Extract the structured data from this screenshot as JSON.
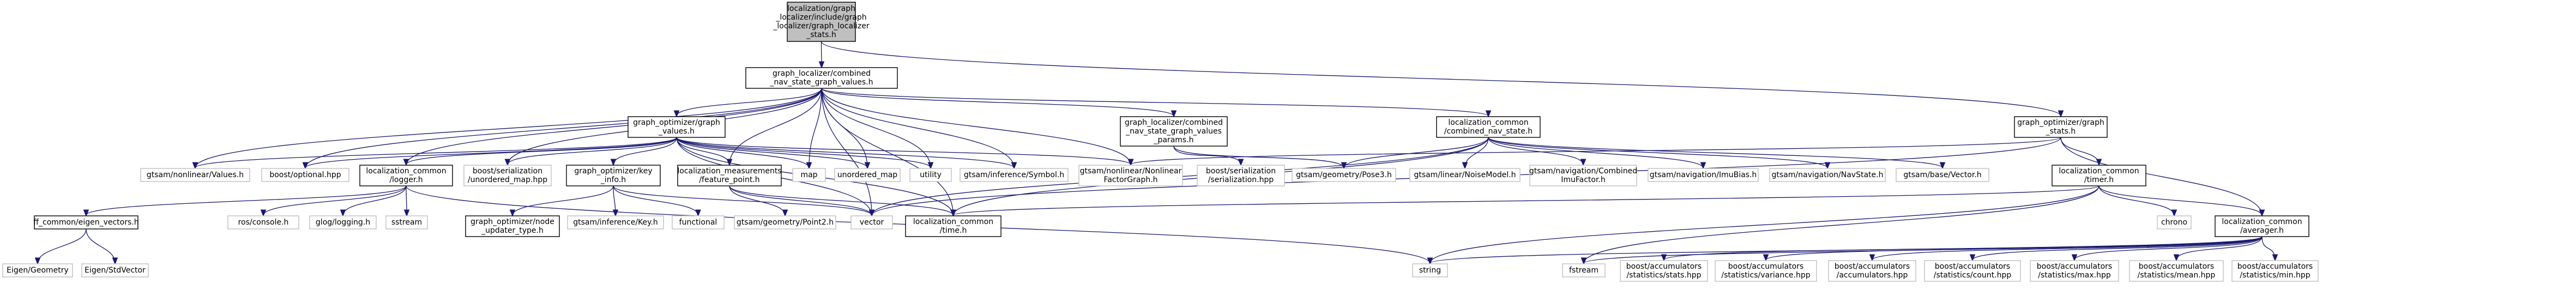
{
  "graph": {
    "nodes": [
      {
        "id": "root",
        "lines": [
          "localization/graph",
          "_localizer/include/graph",
          "_localizer/graph_localizer",
          "_stats.h"
        ],
        "kind": "root"
      },
      {
        "id": "cnv_values",
        "lines": [
          "graph_localizer/combined",
          "_nav_state_graph_values.h"
        ],
        "kind": "plain"
      },
      {
        "id": "go_stats",
        "lines": [
          "graph_optimizer/graph",
          "_stats.h"
        ],
        "kind": "plain"
      },
      {
        "id": "go_values",
        "lines": [
          "graph_optimizer/graph",
          "_values.h"
        ],
        "kind": "plain"
      },
      {
        "id": "cnv_params",
        "lines": [
          "graph_localizer/combined",
          "_nav_state_graph_values",
          "_params.h"
        ],
        "kind": "plain"
      },
      {
        "id": "lc_cnv_state",
        "lines": [
          "localization_common",
          "/combined_nav_state.h"
        ],
        "kind": "plain"
      },
      {
        "id": "values_h",
        "lines": [
          "gtsam/nonlinear/Values.h"
        ],
        "kind": "ghost"
      },
      {
        "id": "optional",
        "lines": [
          "boost/optional.hpp"
        ],
        "kind": "ghost"
      },
      {
        "id": "logger",
        "lines": [
          "localization_common",
          "/logger.h"
        ],
        "kind": "plain"
      },
      {
        "id": "unordered_map_hpp",
        "lines": [
          "boost/serialization",
          "/unordered_map.hpp"
        ],
        "kind": "ghost"
      },
      {
        "id": "key_info",
        "lines": [
          "graph_optimizer/key",
          "_info.h"
        ],
        "kind": "plain"
      },
      {
        "id": "feature_point",
        "lines": [
          "localization_measurements",
          "/feature_point.h"
        ],
        "kind": "plain"
      },
      {
        "id": "map",
        "lines": [
          "map"
        ],
        "kind": "ghost"
      },
      {
        "id": "unordered_map",
        "lines": [
          "unordered_map"
        ],
        "kind": "ghost"
      },
      {
        "id": "utility",
        "lines": [
          "utility"
        ],
        "kind": "ghost"
      },
      {
        "id": "symbol",
        "lines": [
          "gtsam/inference/Symbol.h"
        ],
        "kind": "ghost"
      },
      {
        "id": "nlfg",
        "lines": [
          "gtsam/nonlinear/Nonlinear",
          "FactorGraph.h"
        ],
        "kind": "ghost"
      },
      {
        "id": "serialization",
        "lines": [
          "boost/serialization",
          "/serialization.hpp"
        ],
        "kind": "ghost"
      },
      {
        "id": "pose3",
        "lines": [
          "gtsam/geometry/Pose3.h"
        ],
        "kind": "ghost"
      },
      {
        "id": "noisemodel",
        "lines": [
          "gtsam/linear/NoiseModel.h"
        ],
        "kind": "ghost"
      },
      {
        "id": "combined_imu",
        "lines": [
          "gtsam/navigation/Combined",
          "ImuFactor.h"
        ],
        "kind": "ghost"
      },
      {
        "id": "imubias",
        "lines": [
          "gtsam/navigation/ImuBias.h"
        ],
        "kind": "ghost"
      },
      {
        "id": "navstate",
        "lines": [
          "gtsam/navigation/NavState.h"
        ],
        "kind": "ghost"
      },
      {
        "id": "vector_h",
        "lines": [
          "gtsam/base/Vector.h"
        ],
        "kind": "ghost"
      },
      {
        "id": "timer",
        "lines": [
          "localization_common",
          "/timer.h"
        ],
        "kind": "plain"
      },
      {
        "id": "averager",
        "lines": [
          "localization_common",
          "/averager.h"
        ],
        "kind": "plain"
      },
      {
        "id": "chrono",
        "lines": [
          "chrono"
        ],
        "kind": "ghost"
      },
      {
        "id": "ff_eigen",
        "lines": [
          "ff_common/eigen_vectors.h"
        ],
        "kind": "plain"
      },
      {
        "id": "ros_console",
        "lines": [
          "ros/console.h"
        ],
        "kind": "ghost"
      },
      {
        "id": "glog",
        "lines": [
          "glog/logging.h"
        ],
        "kind": "ghost"
      },
      {
        "id": "sstream",
        "lines": [
          "sstream"
        ],
        "kind": "ghost"
      },
      {
        "id": "node_updater",
        "lines": [
          "graph_optimizer/node",
          "_updater_type.h"
        ],
        "kind": "plain"
      },
      {
        "id": "key_h",
        "lines": [
          "gtsam/inference/Key.h"
        ],
        "kind": "ghost"
      },
      {
        "id": "functional",
        "lines": [
          "functional"
        ],
        "kind": "ghost"
      },
      {
        "id": "point2",
        "lines": [
          "gtsam/geometry/Point2.h"
        ],
        "kind": "ghost"
      },
      {
        "id": "vector",
        "lines": [
          "vector"
        ],
        "kind": "ghost"
      },
      {
        "id": "time_h",
        "lines": [
          "localization_common",
          "/time.h"
        ],
        "kind": "plain"
      },
      {
        "id": "string",
        "lines": [
          "string"
        ],
        "kind": "ghost"
      },
      {
        "id": "fstream",
        "lines": [
          "fstream"
        ],
        "kind": "ghost"
      },
      {
        "id": "acc_stats",
        "lines": [
          "boost/accumulators",
          "/statistics/stats.hpp"
        ],
        "kind": "ghost"
      },
      {
        "id": "acc_variance",
        "lines": [
          "boost/accumulators",
          "/statistics/variance.hpp"
        ],
        "kind": "ghost"
      },
      {
        "id": "acc_accumulators",
        "lines": [
          "boost/accumulators",
          "/accumulators.hpp"
        ],
        "kind": "ghost"
      },
      {
        "id": "acc_count",
        "lines": [
          "boost/accumulators",
          "/statistics/count.hpp"
        ],
        "kind": "ghost"
      },
      {
        "id": "acc_max",
        "lines": [
          "boost/accumulators",
          "/statistics/max.hpp"
        ],
        "kind": "ghost"
      },
      {
        "id": "acc_mean",
        "lines": [
          "boost/accumulators",
          "/statistics/mean.hpp"
        ],
        "kind": "ghost"
      },
      {
        "id": "acc_min",
        "lines": [
          "boost/accumulators",
          "/statistics/min.hpp"
        ],
        "kind": "ghost"
      },
      {
        "id": "eigen_geometry",
        "lines": [
          "Eigen/Geometry"
        ],
        "kind": "ghost"
      },
      {
        "id": "eigen_stdvector",
        "lines": [
          "Eigen/StdVector"
        ],
        "kind": "ghost"
      }
    ],
    "edges": [
      [
        "root",
        "cnv_values"
      ],
      [
        "root",
        "go_stats"
      ],
      [
        "cnv_values",
        "values_h"
      ],
      [
        "cnv_values",
        "optional"
      ],
      [
        "cnv_values",
        "logger"
      ],
      [
        "cnv_values",
        "go_values"
      ],
      [
        "cnv_values",
        "unordered_map_hpp"
      ],
      [
        "cnv_values",
        "feature_point"
      ],
      [
        "cnv_values",
        "map"
      ],
      [
        "cnv_values",
        "unordered_map"
      ],
      [
        "cnv_values",
        "utility"
      ],
      [
        "cnv_values",
        "symbol"
      ],
      [
        "cnv_values",
        "nlfg"
      ],
      [
        "cnv_values",
        "cnv_params"
      ],
      [
        "cnv_values",
        "lc_cnv_state"
      ],
      [
        "cnv_values",
        "time_h"
      ],
      [
        "cnv_values",
        "vector"
      ],
      [
        "go_values",
        "values_h"
      ],
      [
        "go_values",
        "optional"
      ],
      [
        "go_values",
        "logger"
      ],
      [
        "go_values",
        "unordered_map_hpp"
      ],
      [
        "go_values",
        "key_info"
      ],
      [
        "go_values",
        "feature_point"
      ],
      [
        "go_values",
        "map"
      ],
      [
        "go_values",
        "unordered_map"
      ],
      [
        "go_values",
        "utility"
      ],
      [
        "go_values",
        "symbol"
      ],
      [
        "go_values",
        "nlfg"
      ],
      [
        "go_values",
        "time_h"
      ],
      [
        "go_values",
        "vector"
      ],
      [
        "cnv_params",
        "serialization"
      ],
      [
        "cnv_params",
        "pose3"
      ],
      [
        "lc_cnv_state",
        "pose3"
      ],
      [
        "lc_cnv_state",
        "noisemodel"
      ],
      [
        "lc_cnv_state",
        "combined_imu"
      ],
      [
        "lc_cnv_state",
        "imubias"
      ],
      [
        "lc_cnv_state",
        "navstate"
      ],
      [
        "lc_cnv_state",
        "vector_h"
      ],
      [
        "lc_cnv_state",
        "time_h"
      ],
      [
        "lc_cnv_state",
        "vector"
      ],
      [
        "go_stats",
        "nlfg"
      ],
      [
        "go_stats",
        "timer"
      ],
      [
        "go_stats",
        "averager"
      ],
      [
        "go_stats",
        "vector"
      ],
      [
        "logger",
        "ff_eigen"
      ],
      [
        "logger",
        "ros_console"
      ],
      [
        "logger",
        "glog"
      ],
      [
        "logger",
        "sstream"
      ],
      [
        "logger",
        "string"
      ],
      [
        "ff_eigen",
        "eigen_geometry"
      ],
      [
        "ff_eigen",
        "eigen_stdvector"
      ],
      [
        "key_info",
        "node_updater"
      ],
      [
        "key_info",
        "key_h"
      ],
      [
        "key_info",
        "functional"
      ],
      [
        "key_info",
        "vector"
      ],
      [
        "feature_point",
        "point2"
      ],
      [
        "feature_point",
        "time_h"
      ],
      [
        "feature_point",
        "vector"
      ],
      [
        "timer",
        "averager"
      ],
      [
        "timer",
        "chrono"
      ],
      [
        "timer",
        "string"
      ],
      [
        "timer",
        "fstream"
      ],
      [
        "timer",
        "time_h"
      ],
      [
        "averager",
        "string"
      ],
      [
        "averager",
        "fstream"
      ],
      [
        "averager",
        "acc_stats"
      ],
      [
        "averager",
        "acc_variance"
      ],
      [
        "averager",
        "acc_accumulators"
      ],
      [
        "averager",
        "acc_count"
      ],
      [
        "averager",
        "acc_max"
      ],
      [
        "averager",
        "acc_mean"
      ],
      [
        "averager",
        "acc_min"
      ]
    ]
  }
}
